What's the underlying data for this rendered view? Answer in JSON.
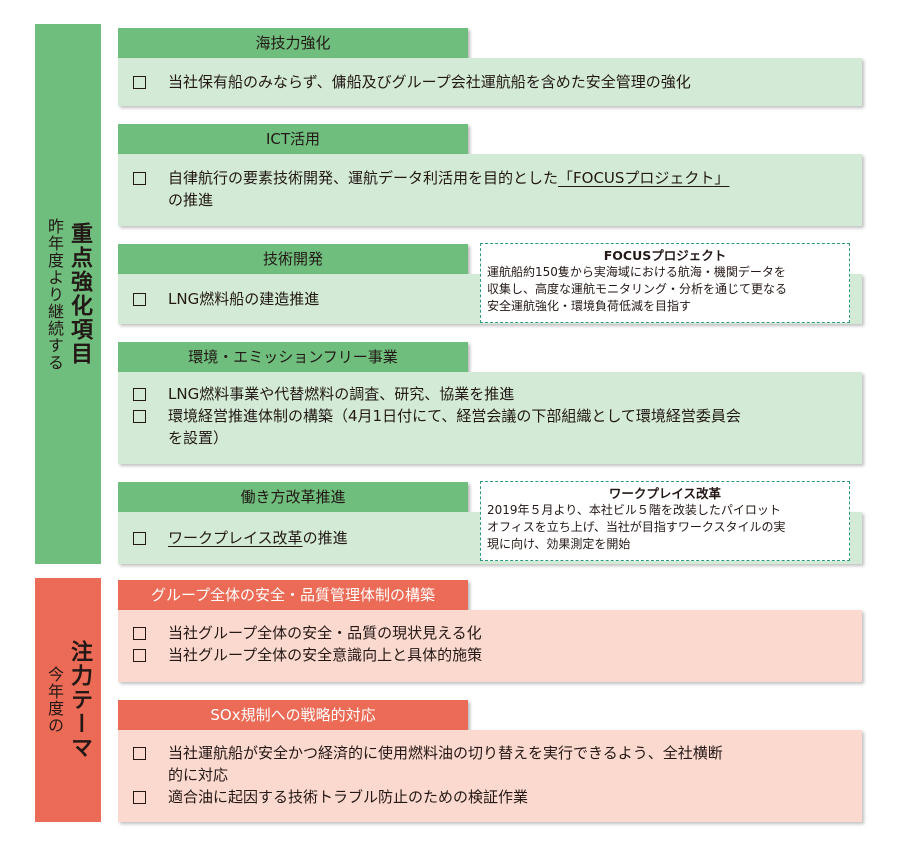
{
  "sections": [
    {
      "main": "重点強化項目",
      "sub": "昨年度より継続する",
      "groups": [
        {
          "header": "海技力強化",
          "items": [
            {
              "lines": [
                "当社保有船のみならず、傭船及びグループ会社運航船を含めた安全管理の強化"
              ]
            }
          ]
        },
        {
          "header": "ICT活用",
          "items": [
            {
              "pre": "自律航行の要素技術開発、運航データ利活用を目的とした",
              "link": "「FOCUSプロジェクト」",
              "post": "の推進"
            }
          ]
        },
        {
          "header": "技術開発",
          "items": [
            {
              "lines": [
                "LNG燃料船の建造推進"
              ]
            }
          ],
          "note": {
            "title": "FOCUSプロジェクト",
            "lines": [
              "運航船約150隻から実海域における航海・機関データを",
              "収集し、高度な運航モニタリング・分析を通じて更なる",
              "安全運航強化・環境負荷低減を目指す"
            ]
          }
        },
        {
          "header": "環境・エミッションフリー事業",
          "items": [
            {
              "lines": [
                "LNG燃料事業や代替燃料の調査、研究、協業を推進"
              ]
            },
            {
              "lines": [
                "環境経営推進体制の構築（4月1日付にて、経営会議の下部組織として環境経営委員会",
                "を設置）"
              ]
            }
          ]
        },
        {
          "header": "働き方改革推進",
          "items": [
            {
              "link": "ワークプレイス改革",
              "post": "の推進"
            }
          ],
          "note": {
            "title": "ワークプレイス改革",
            "lines": [
              "2019年５月より、本社ビル５階を改装したパイロット",
              "オフィスを立ち上げ、当社が目指すワークスタイルの実",
              "現に向け、効果測定を開始"
            ]
          }
        }
      ]
    },
    {
      "main": "注力テーマ",
      "sub": "今年度の",
      "groups": [
        {
          "header": "グループ全体の安全・品質管理体制の構築",
          "items": [
            {
              "lines": [
                "当社グループ全体の安全・品質の現状見える化"
              ]
            },
            {
              "lines": [
                "当社グループ全体の安全意識向上と具体的施策"
              ]
            }
          ]
        },
        {
          "header": "SOx規制への戦略的対応",
          "items": [
            {
              "lines": [
                "当社運航船が安全かつ経済的に使用燃料油の切り替えを実行できるよう、全社横断",
                "的に対応"
              ]
            },
            {
              "lines": [
                "適合油に起因する技術トラブル防止のための検証作業"
              ]
            }
          ]
        }
      ]
    }
  ],
  "colors": {
    "green_dark": "#6fbe7e",
    "green_light": "#d3ebd6",
    "red_dark": "#ec6b56",
    "red_light": "#fcd9cf",
    "note_border": "#2c9a80"
  }
}
